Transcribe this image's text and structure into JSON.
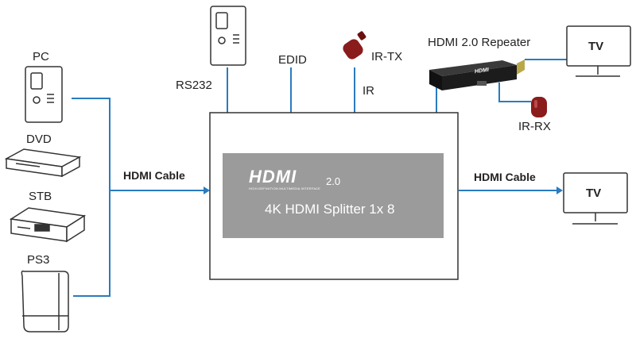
{
  "labels": {
    "pc": "PC",
    "dvd": "DVD",
    "stb": "STB",
    "ps3": "PS3",
    "rs232": "RS232",
    "edid": "EDID",
    "ir": "IR",
    "ir_tx": "IR-TX",
    "ir_rx": "IR-RX",
    "repeater": "HDMI 2.0 Repeater",
    "hdmi_cable_left": "HDMI Cable",
    "hdmi_cable_right": "HDMI Cable",
    "tv_top": "TV",
    "tv_bottom": "TV"
  },
  "splitter": {
    "logo": "HDMI",
    "version": "2.0",
    "tagline": "HIGH-DEFINITION MULTIMEDIA INTERFACE",
    "title": "4K HDMI Splitter 1x 8"
  },
  "repeater_device": {
    "logo": "HDMI"
  },
  "colors": {
    "line": "#2a7bbf",
    "outline": "#333333",
    "panel": "#9b9b9b",
    "ir_red": "#8a1c1c"
  }
}
